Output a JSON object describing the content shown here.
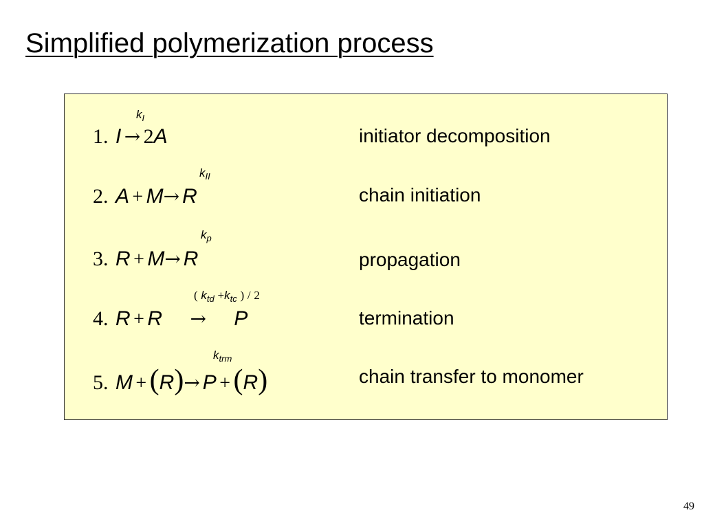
{
  "slide": {
    "title": "Simplified polymerization process",
    "page_number": "49"
  },
  "reactions": [
    {
      "number": "1.",
      "rate": {
        "k": "k",
        "sub": "I"
      },
      "lhs": [
        "I"
      ],
      "arrow": "→",
      "coef": "2",
      "rhs": [
        "A"
      ],
      "description": "initiator decomposition"
    },
    {
      "number": "2.",
      "rate": {
        "k": "k",
        "sub": "II"
      },
      "lhs": [
        "A",
        "+",
        "M"
      ],
      "arrow": "→",
      "rhs": [
        "R"
      ],
      "description": "chain initiation"
    },
    {
      "number": "3.",
      "rate": {
        "k": "k",
        "sub": "p"
      },
      "lhs": [
        "R",
        "+",
        "M"
      ],
      "arrow": "→",
      "rhs": [
        "R"
      ],
      "description": "propagation"
    },
    {
      "number": "4.",
      "rate": {
        "open": "(",
        "k1": "k",
        "sub1": "td",
        "plus": "+",
        "k2": "k",
        "sub2": "tc",
        "close": ")",
        "slash": "/",
        "divisor": "2"
      },
      "lhs": [
        "R",
        "+",
        "R"
      ],
      "arrow": "→",
      "rhs": [
        "P"
      ],
      "description": "termination"
    },
    {
      "number": "5.",
      "rate": {
        "k": "k",
        "sub": "trm"
      },
      "lhs": [
        "M",
        "+",
        "(",
        "R",
        ")"
      ],
      "arrow": "→",
      "rhs": [
        "P",
        "+",
        "(",
        "R",
        ")"
      ],
      "description": "chain transfer to monomer"
    }
  ]
}
